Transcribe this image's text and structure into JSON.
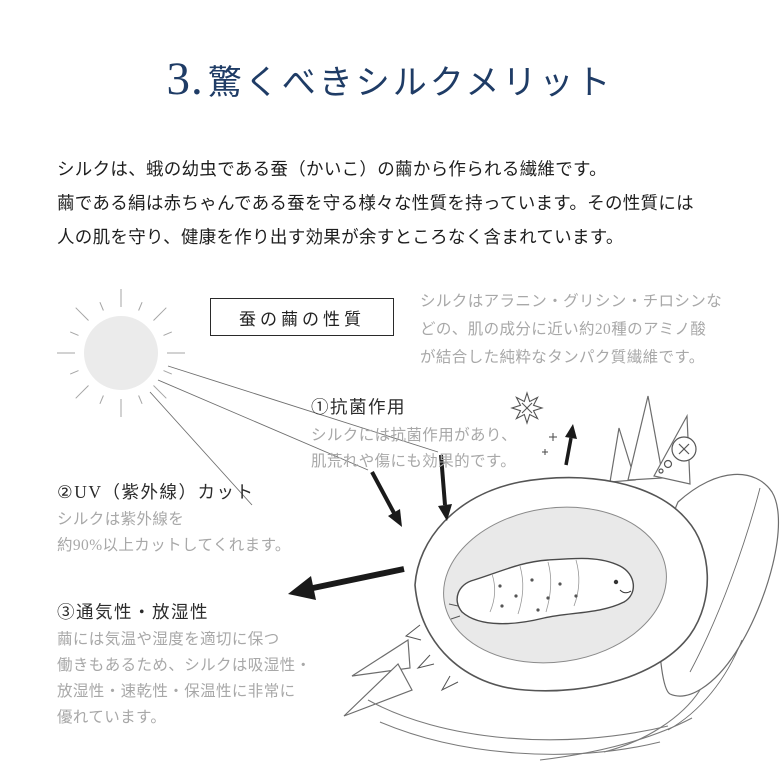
{
  "title": {
    "number": "3.",
    "text": "驚くべきシルクメリット"
  },
  "intro": {
    "lines": [
      "シルクは、蛾の幼虫である蚕（かいこ）の繭から作られる繊維です。",
      "繭である絹は赤ちゃんである蚕を守る様々な性質を持っています。その性質には",
      "人の肌を守り、健康を作り出す効果が余すところなく含まれています。"
    ]
  },
  "diagram": {
    "box_label": "蚕の繭の性質",
    "note": {
      "lines": [
        "シルクはアラニン・グリシン・チロシンな",
        "どの、肌の成分に近い約20種のアミノ酸",
        "が結合した純粋なタンパク質繊維です。"
      ]
    },
    "benefits": [
      {
        "heading": "①抗菌作用",
        "lines": [
          "シルクには抗菌作用があり、",
          "肌荒れや傷にも効果的です。"
        ]
      },
      {
        "heading": "②UV（紫外線）カット",
        "lines": [
          "シルクは紫外線を",
          "約90%以上カットしてくれます。"
        ]
      },
      {
        "heading": "③通気性・放湿性",
        "lines": [
          "繭には気温や湿度を適切に保つ",
          "働きもあるため、シルクは吸湿性・",
          "放湿性・速乾性・保温性に非常に",
          "優れています。"
        ]
      }
    ],
    "icons": {
      "sun": "sun-icon",
      "cocoon": "cocoon-illustration",
      "silkworm": "silkworm-illustration",
      "sparkle": "sparkle-doodle",
      "germ": "crossed-germ-doodle"
    }
  },
  "colors": {
    "title": "#1f3c66",
    "body_text": "#1e1e1e",
    "muted_text": "#a8a8a8",
    "line_art": "#555555",
    "arrow": "#1a1a1a",
    "sun_fill": "#ebebeb"
  }
}
